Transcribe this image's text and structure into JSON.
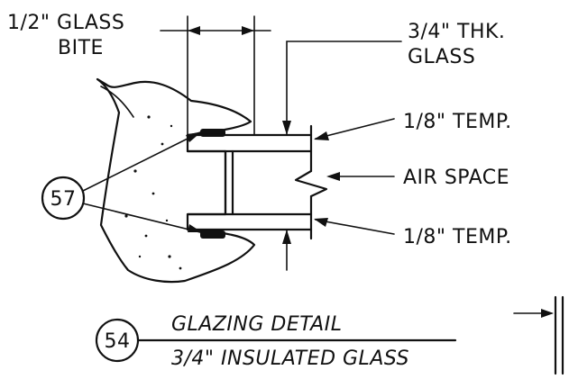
{
  "labels": {
    "glass_bite_line1": "1/2\" GLASS",
    "glass_bite_line2": "BITE",
    "thk_glass_line1": "3/4\" THK.",
    "thk_glass_line2": "GLASS",
    "temp_top": "1/8\" TEMP.",
    "air_space": "AIR SPACE",
    "temp_bottom": "1/8\" TEMP."
  },
  "callouts": {
    "detail_ref": "57",
    "title_ref": "54"
  },
  "title_block": {
    "title": "GLAZING DETAIL",
    "subtitle": "3/4\" INSULATED GLASS"
  },
  "colors": {
    "ink": "#111111",
    "paper": "#ffffff"
  }
}
